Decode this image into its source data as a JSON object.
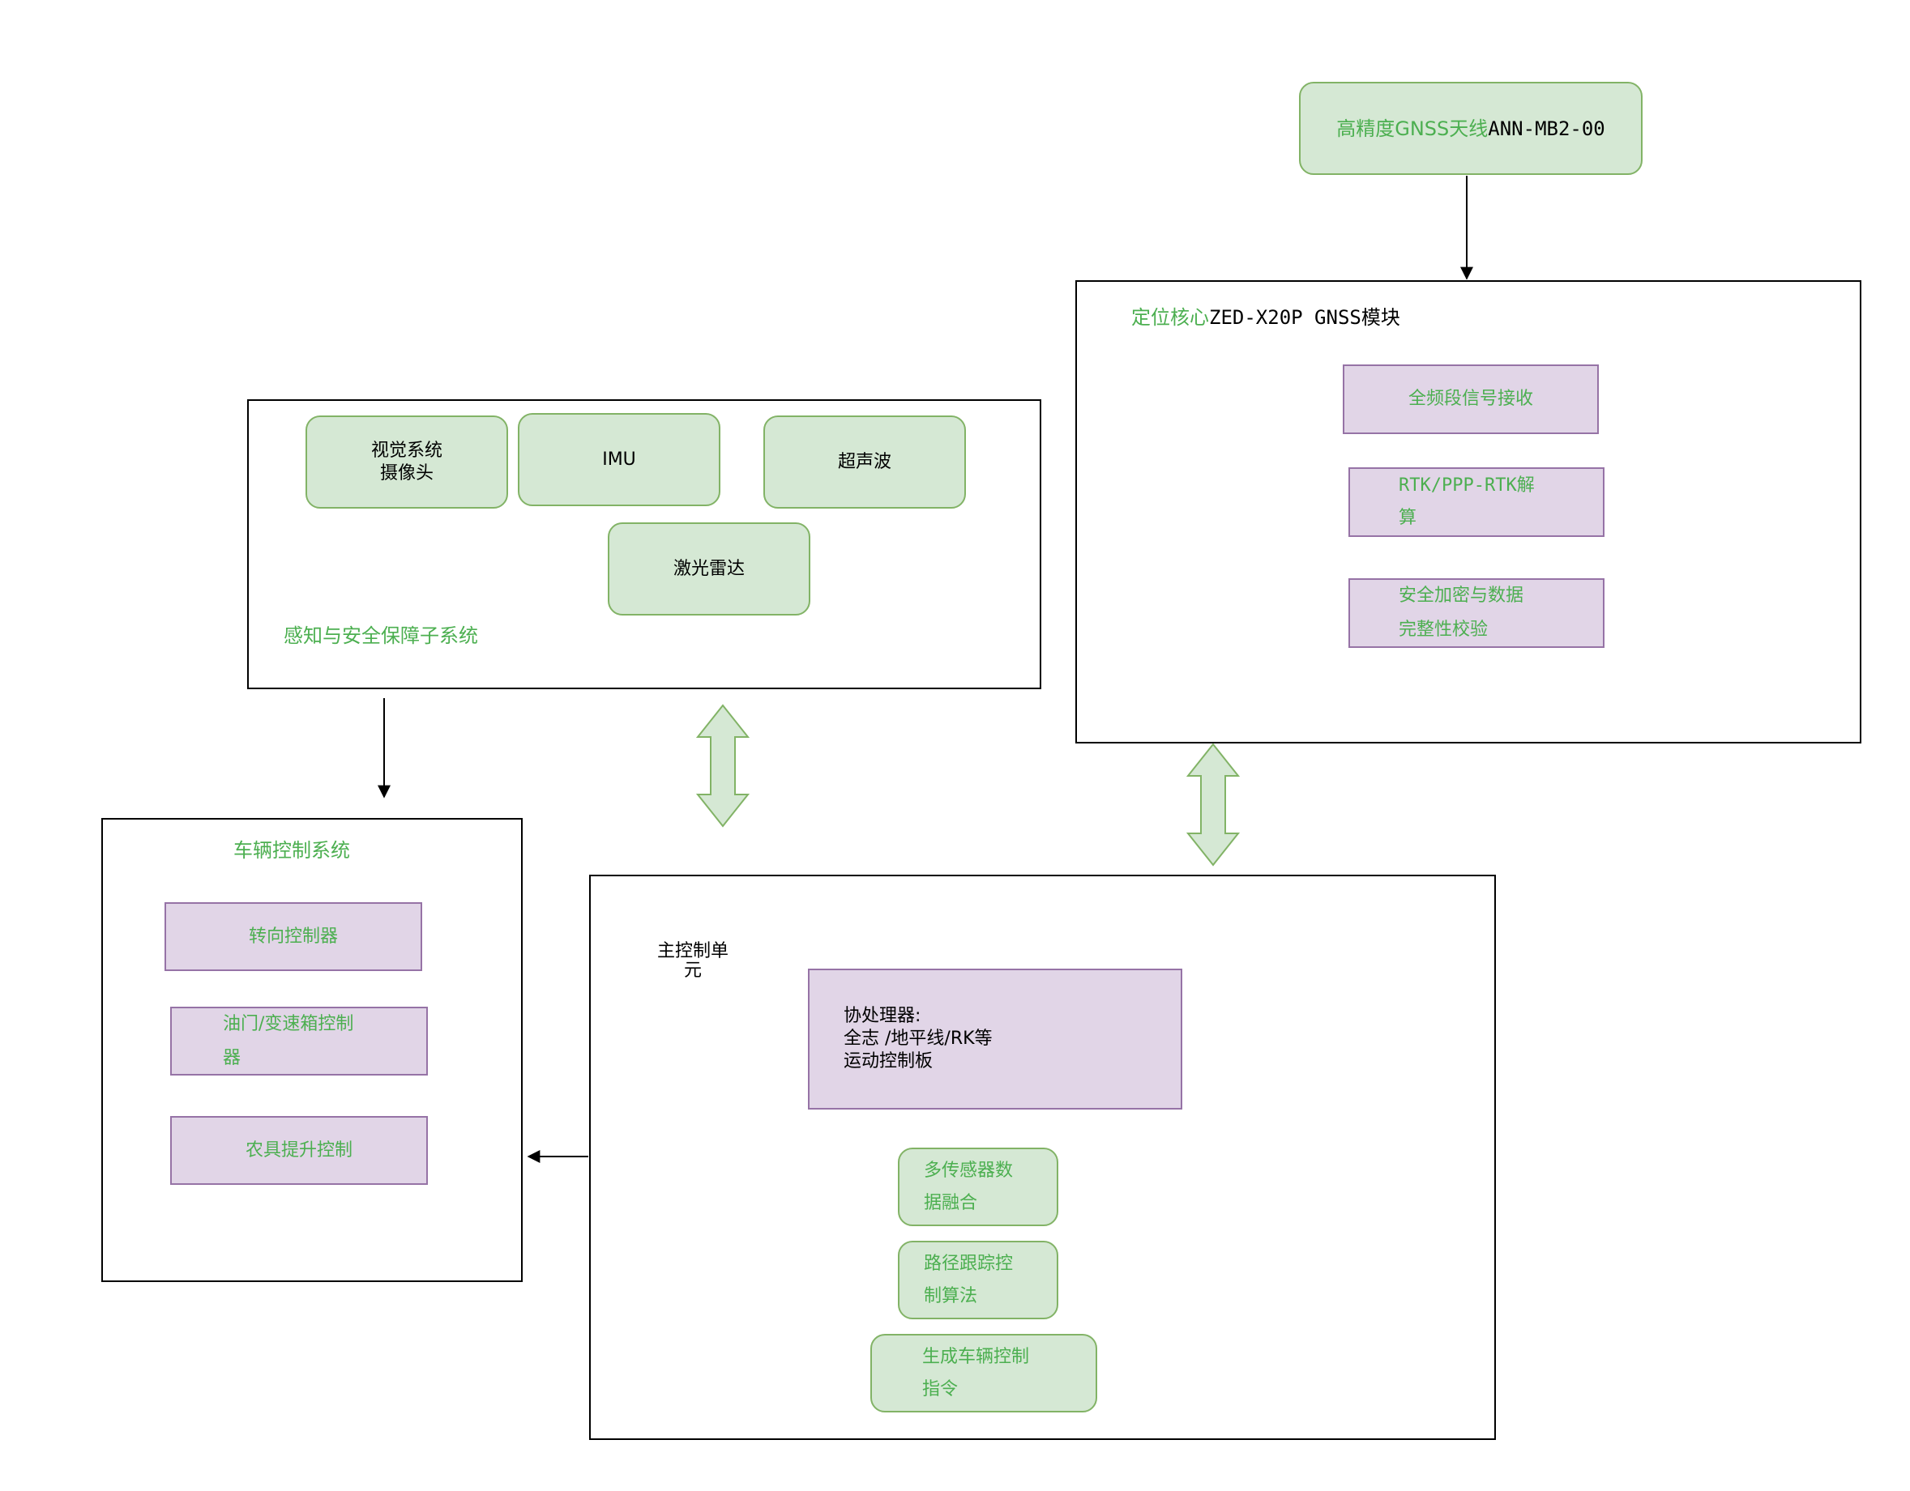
{
  "colors": {
    "green_fill": "#d5e8d4",
    "green_border": "#82b366",
    "purple_fill": "#e1d5e7",
    "purple_border": "#9673a6",
    "green_text": "#4caf50"
  },
  "antenna": {
    "label_cn": "高精度GNSS天线",
    "label_model": "ANN-MB2-00"
  },
  "gnss_module": {
    "title_cn": "定位核心",
    "title_model": "ZED-X20P GNSS模块",
    "items": [
      "全频段信号接收",
      "RTK/PPP-RTK解\n算",
      "安全加密与数据\n完整性校验"
    ]
  },
  "perception": {
    "title": "感知与安全保障子系统",
    "sensors": [
      "视觉系统\n摄像头",
      "IMU",
      "超声波",
      "激光雷达"
    ]
  },
  "vehicle_control": {
    "title": "车辆控制系统",
    "items": [
      "转向控制器",
      "油门/变速箱控制\n器",
      "农具提升控制"
    ]
  },
  "main_control": {
    "title": "主控制单\n元",
    "coprocessor": "协处理器:\n全志 /地平线/RK等\n运动控制板",
    "functions": [
      "多传感器数\n据融合",
      "路径跟踪控\n制算法",
      "生成车辆控制\n指令"
    ]
  }
}
